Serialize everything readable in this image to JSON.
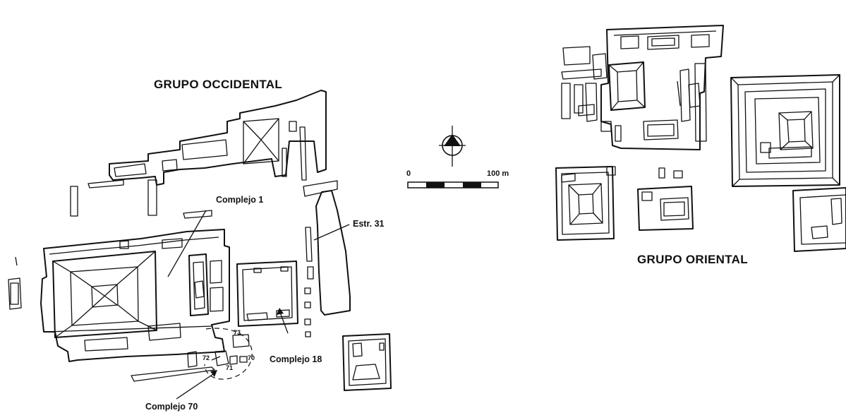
{
  "groups": {
    "west": "GRUPO OCCIDENTAL",
    "east": "GRUPO ORIENTAL"
  },
  "complexes": {
    "c1": "Complejo 1",
    "c18": "Complejo 18",
    "c70": "Complejo 70",
    "estr31": "Estr. 31"
  },
  "structure_numbers": {
    "n73": "73",
    "n72": "72",
    "n71": "71",
    "n70": "70"
  },
  "scale": {
    "start": "0",
    "end": "100 m"
  },
  "icons": {
    "north": "north-arrow-icon"
  },
  "colors": {
    "ink": "#111111",
    "background": "#ffffff"
  }
}
